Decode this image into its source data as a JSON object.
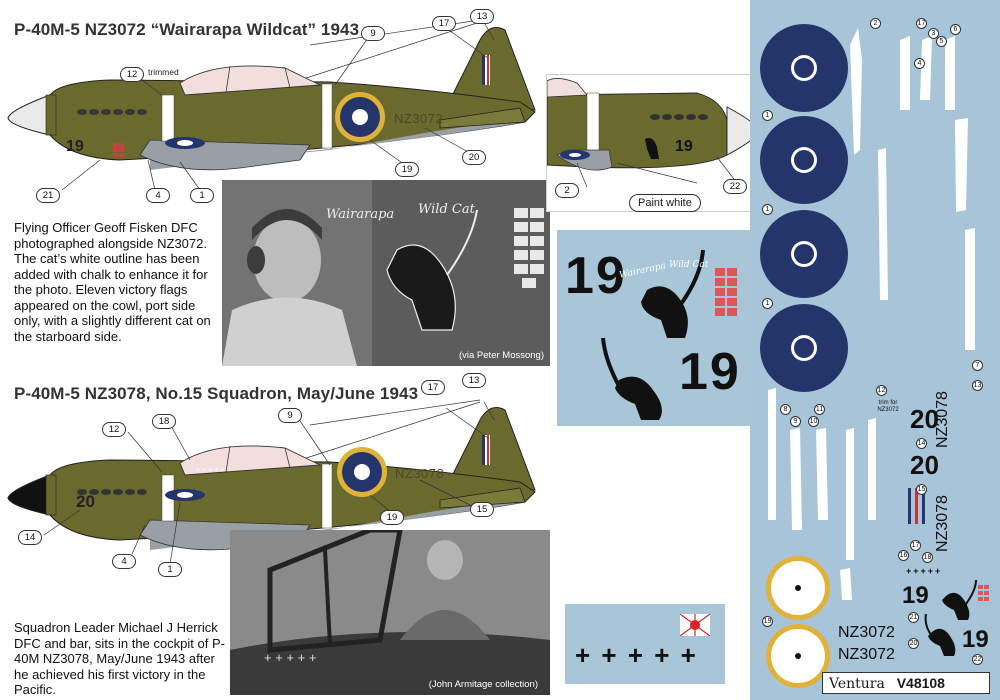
{
  "aircraft1": {
    "title": "P-40M-5 NZ3072 “Wairarapa Wildcat” 1943",
    "fuselage_code": "NZ3072",
    "nose_number": "19",
    "callouts": [
      "12",
      "9",
      "17",
      "13",
      "21",
      "4",
      "1",
      "19",
      "20"
    ],
    "note_trimmed": "trimmed"
  },
  "photo1": {
    "caption": "Flying Officer Geoff Fisken DFC photographed alongside NZ3072. The cat’s white outline has been added with chalk to enhance it for the photo. Eleven victory flags appeared on the cowl, port side only, with a slightly different cat on the starboard side.",
    "credit": "(via Peter Mossong)",
    "nose_script_1": "Wairarapa",
    "nose_script_2": "Wild Cat"
  },
  "inset": {
    "callouts": [
      "2",
      "22"
    ],
    "paint_note": "Paint white",
    "number": "19"
  },
  "decal_cat": {
    "number_left": "19",
    "number_right": "19",
    "script_1": "Wairarapa",
    "script_2": "Wild Cat"
  },
  "aircraft2": {
    "title": "P-40M-5 NZ3078, No.15 Squadron, May/June 1943",
    "fuselage_code": "NZ3078",
    "nose_number": "20",
    "callouts": [
      "12",
      "18",
      "9",
      "17",
      "13",
      "14",
      "4",
      "1",
      "19",
      "15"
    ]
  },
  "photo2": {
    "caption": "Squadron Leader Michael J Herrick DFC and bar, sits in the cockpit of P-40M NZ3078, May/June 1943 after he achieved his first victory in the Pacific.",
    "credit": "(John Armitage collection)"
  },
  "decal_crosses": {
    "crosses": "+ + + + +"
  },
  "sheet": {
    "numbers_top": [
      "2",
      "17",
      "6",
      "3",
      "5",
      "4",
      "1",
      "1",
      "1",
      "7",
      "13",
      "12",
      "8",
      "9",
      "10",
      "11"
    ],
    "trim_note": "trim for NZ3072",
    "codes_big": [
      "20",
      "20"
    ],
    "code_labels": [
      "14",
      "15"
    ],
    "vertical_codes": [
      "NZ3078",
      "NZ3078"
    ],
    "lower_numbers": [
      "17",
      "16",
      "18",
      "21",
      "19",
      "20",
      "22"
    ],
    "crosses": "+++++",
    "nz3072_a": "NZ3072",
    "nz3072_b": "NZ3072",
    "number_19_a": "19",
    "number_19_b": "19",
    "brand": "Ventura",
    "sheet_code": "V48108"
  },
  "colors": {
    "olive": "#6b6a2e",
    "grey_underside": "#9a9fa5",
    "roundel_blue": "#24356b",
    "roundel_yellow": "#e0b23a",
    "sheet_blue": "#a8c4d8",
    "decal_blue": "#a9c6d9"
  }
}
